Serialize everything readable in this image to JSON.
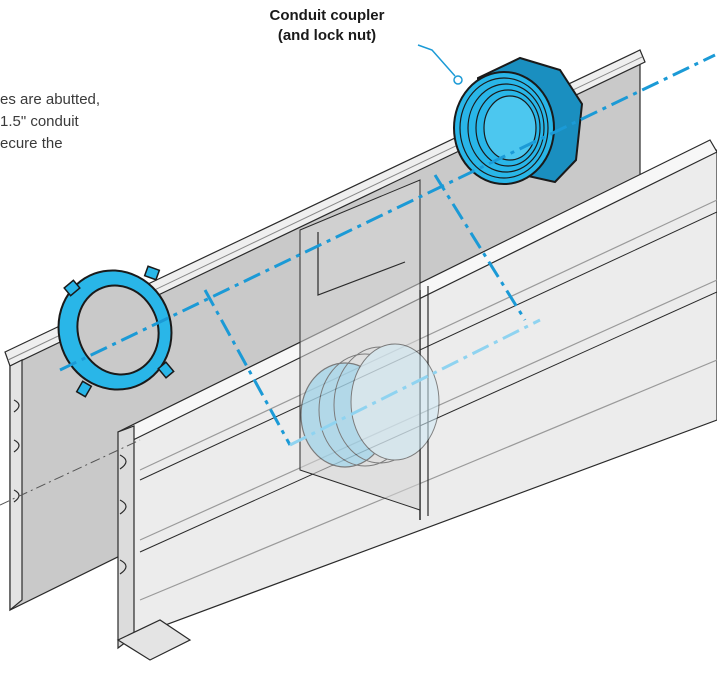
{
  "callout": {
    "line1": "Conduit coupler",
    "line2": "(and lock nut)"
  },
  "description": {
    "line1": "es are abutted,",
    "line2": "1.5\" conduit",
    "line3": "ecure the"
  },
  "colors": {
    "part_blue": "#29b6e8",
    "part_blue_dark": "#1a8fc0",
    "axis_blue": "#1b9ad6",
    "rail_light": "#f2f2f2",
    "rail_shadow": "#c4c4c4",
    "outline": "#2a2a2a"
  }
}
